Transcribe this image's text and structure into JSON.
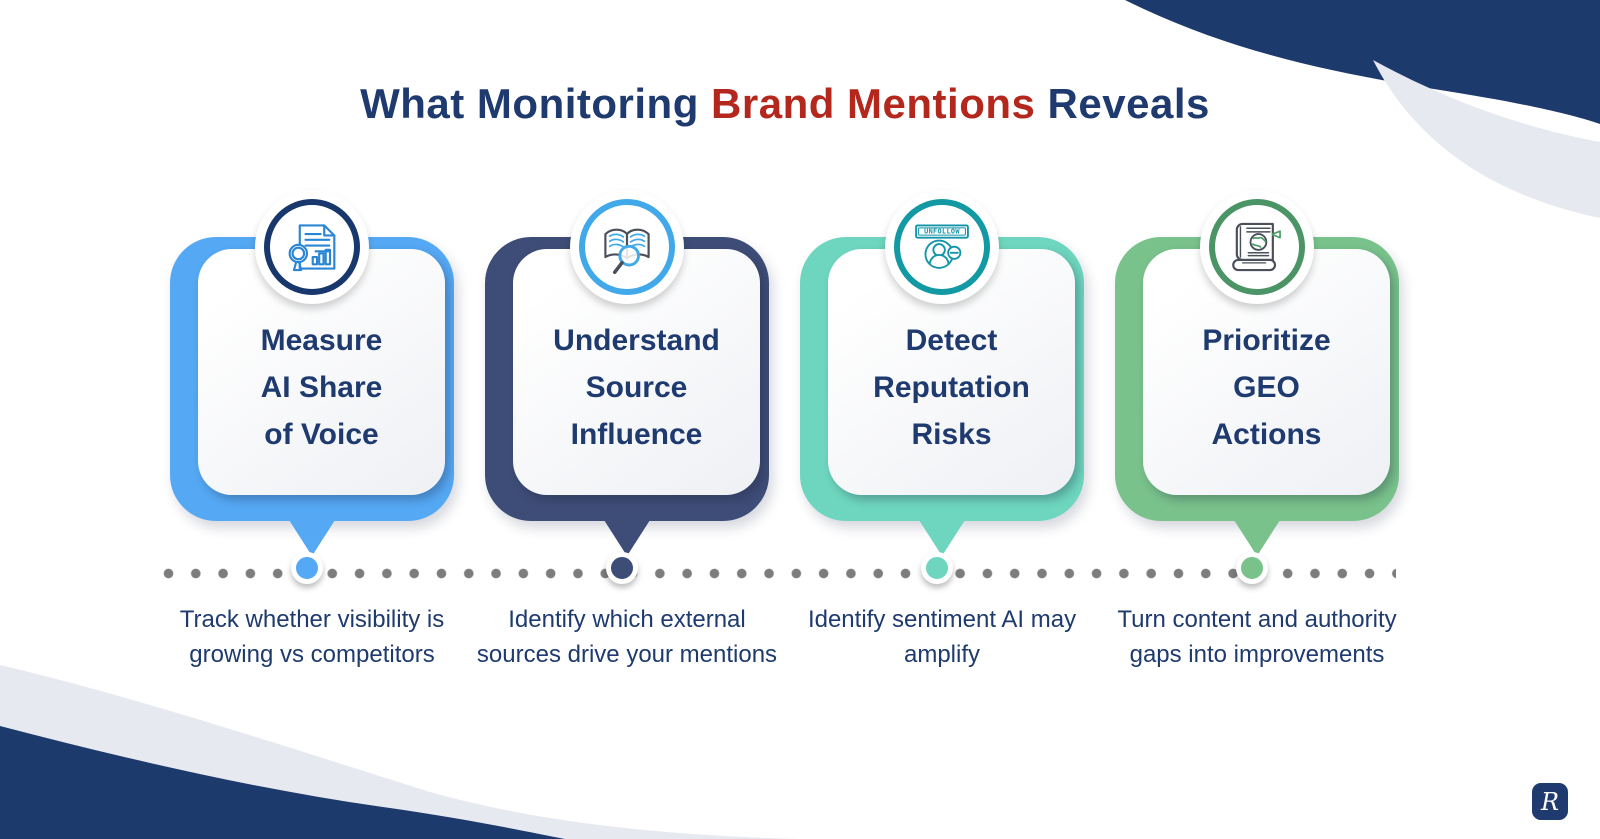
{
  "title": {
    "prefix": "What Monitoring",
    "highlight": " Brand Mentions",
    "suffix": " Reveals"
  },
  "colors": {
    "navy": "#1e3a6e",
    "red": "#b3271d",
    "decoration_navy": "#1d3a6d",
    "decoration_gray": "#e7e9f0",
    "dot_gray": "#7d7d7d",
    "card_blue": "#55a8f4",
    "card_dark_navy": "#3e4d77",
    "card_mint": "#6ed6be",
    "card_green": "#79c28b"
  },
  "cards": [
    {
      "heading_line1": "Measure",
      "heading_line2": "AI Share",
      "heading_line3": "of Voice",
      "description": "Track whether visibility is growing vs competitors",
      "accent": "#55a8f4",
      "ring": "#17376d",
      "icon": "report-magnifier-icon"
    },
    {
      "heading_line1": "Understand",
      "heading_line2": "Source",
      "heading_line3": "Influence",
      "description": "Identify which external sources drive your mentions",
      "accent": "#3e4d77",
      "ring": "#41a8ea",
      "icon": "book-magnifier-icon"
    },
    {
      "heading_line1": "Detect",
      "heading_line2": "Reputation",
      "heading_line3": "Risks",
      "description": "Identify sentiment AI may amplify",
      "accent": "#6ed6be",
      "ring": "#1299a4",
      "icon": "unfollow-user-icon",
      "icon_label": "UNFOLLOW"
    },
    {
      "heading_line1": "Prioritize",
      "heading_line2": "GEO",
      "heading_line3": "Actions",
      "description": "Turn content and authority gaps into improvements",
      "accent": "#79c28b",
      "ring": "#4b9466",
      "icon": "globe-book-icon"
    }
  ],
  "logo": {
    "letter": "R"
  }
}
